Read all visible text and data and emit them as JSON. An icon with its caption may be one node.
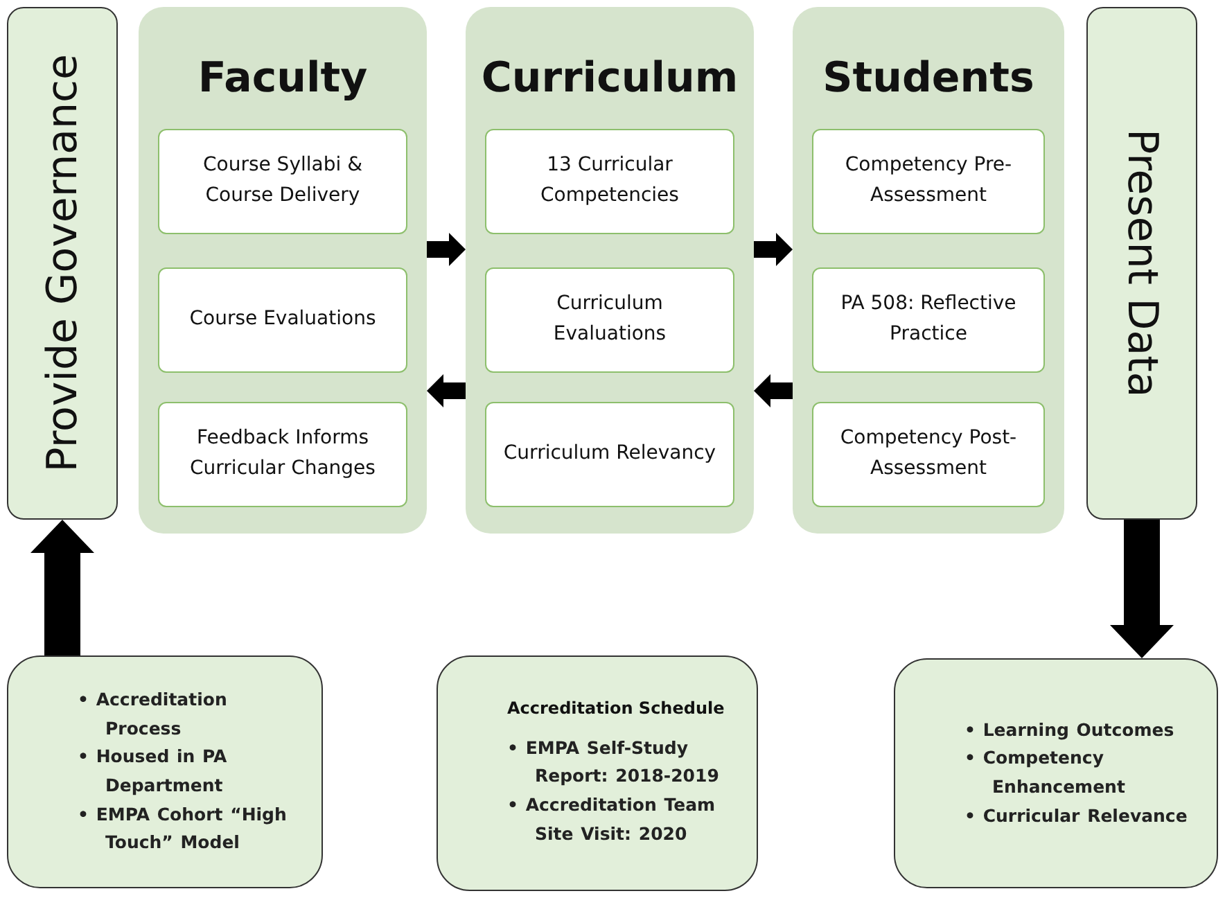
{
  "diagram": {
    "nodes": [
      {
        "text": [
          "Provide Governance"
        ]
      },
      {
        "text": [
          "Faculty"
        ]
      },
      {
        "text": [
          "Course Syllabi & Course Delivery"
        ],
        "in": 1
      },
      {
        "text": [
          "Course Evaluations"
        ],
        "in": 1
      },
      {
        "text": [
          "Feedback Informs Curricular Changes"
        ],
        "in": 1
      },
      {
        "text": [
          "Curriculum"
        ]
      },
      {
        "text": [
          "13 Curricular Competencies"
        ],
        "in": 5
      },
      {
        "text": [
          "Curriculum Evaluations"
        ],
        "in": 5
      },
      {
        "text": [
          "Curriculum Relevancy"
        ],
        "in": 5
      },
      {
        "text": [
          "Students"
        ]
      },
      {
        "text": [
          "Competency Pre-Assessment"
        ],
        "in": 9
      },
      {
        "text": [
          "PA 508: Reflective Practice"
        ],
        "in": 9
      },
      {
        "text": [
          "Competency Post-Assessment"
        ],
        "in": 9
      },
      {
        "text": [
          "Present Data"
        ]
      },
      {
        "text": [
          "• Accreditation Process",
          "• Housed in PA Department",
          "• EMPA Cohort “High Touch” Model"
        ]
      },
      {
        "text": [
          "Accreditation Schedule",
          "• EMPA Self-Study Report: 2018-2019",
          "• Accreditation Team Site Visit: 2020"
        ]
      },
      {
        "text": [
          "• Learning Outcomes",
          "• Competency Enhancement",
          "• Curricular Relevance"
        ]
      }
    ],
    "edges": [
      {
        "from": 14,
        "to": 0,
        "arrow": "to"
      },
      {
        "from": 1,
        "to": 5,
        "arrow": "to"
      },
      {
        "from": 5,
        "to": 9,
        "arrow": "to"
      },
      {
        "from": 9,
        "to": 5,
        "arrow": "to"
      },
      {
        "from": 5,
        "to": 1,
        "arrow": "to"
      },
      {
        "from": 13,
        "to": 16,
        "arrow": "to"
      }
    ]
  }
}
